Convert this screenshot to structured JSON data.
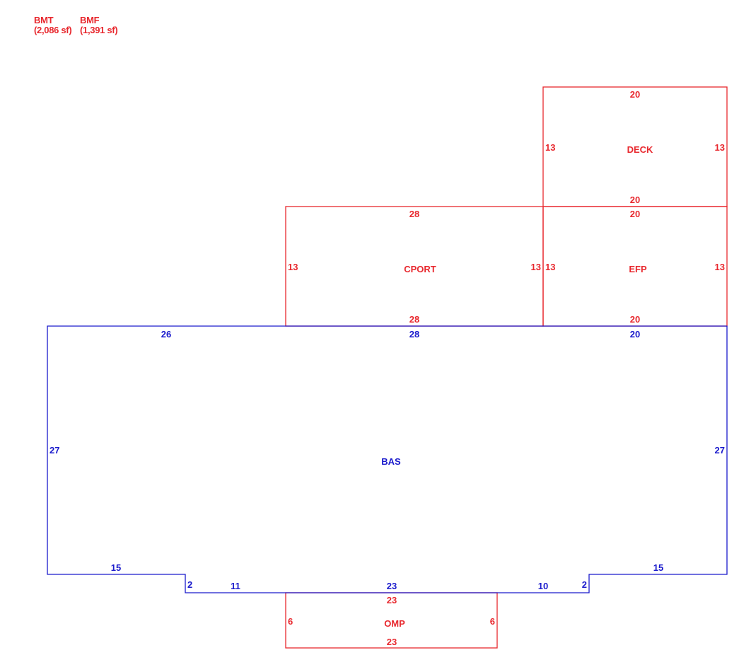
{
  "colors": {
    "living": "#1a1acc",
    "other": "#e8282e"
  },
  "legend": [
    {
      "code": "BMT",
      "area": "(2,086 sf)",
      "color": "#e8282e"
    },
    {
      "code": "BMF",
      "area": "(1,391 sf)",
      "color": "#e8282e"
    }
  ],
  "areas": {
    "bas": {
      "label": "BAS",
      "dims": {
        "top_left": "26",
        "top_mid": "28",
        "top_right": "20",
        "left": "27",
        "right": "27",
        "bottom_left": "15",
        "step_left": "2",
        "bottom_inner_left": "11",
        "bottom_mid": "23",
        "bottom_inner_right": "10",
        "step_right": "2",
        "bottom_right": "15"
      }
    },
    "cport": {
      "label": "CPORT",
      "dims": {
        "top": "28",
        "bottom": "28",
        "left": "13",
        "right": "13"
      }
    },
    "deck": {
      "label": "DECK",
      "dims": {
        "top": "20",
        "bottom": "20",
        "left": "13",
        "right": "13"
      }
    },
    "efp": {
      "label": "EFP",
      "dims": {
        "top": "20",
        "bottom": "20",
        "left": "13",
        "right": "13"
      }
    },
    "omp": {
      "label": "OMP",
      "dims": {
        "top": "23",
        "bottom": "23",
        "left": "6",
        "right": "6"
      }
    }
  }
}
